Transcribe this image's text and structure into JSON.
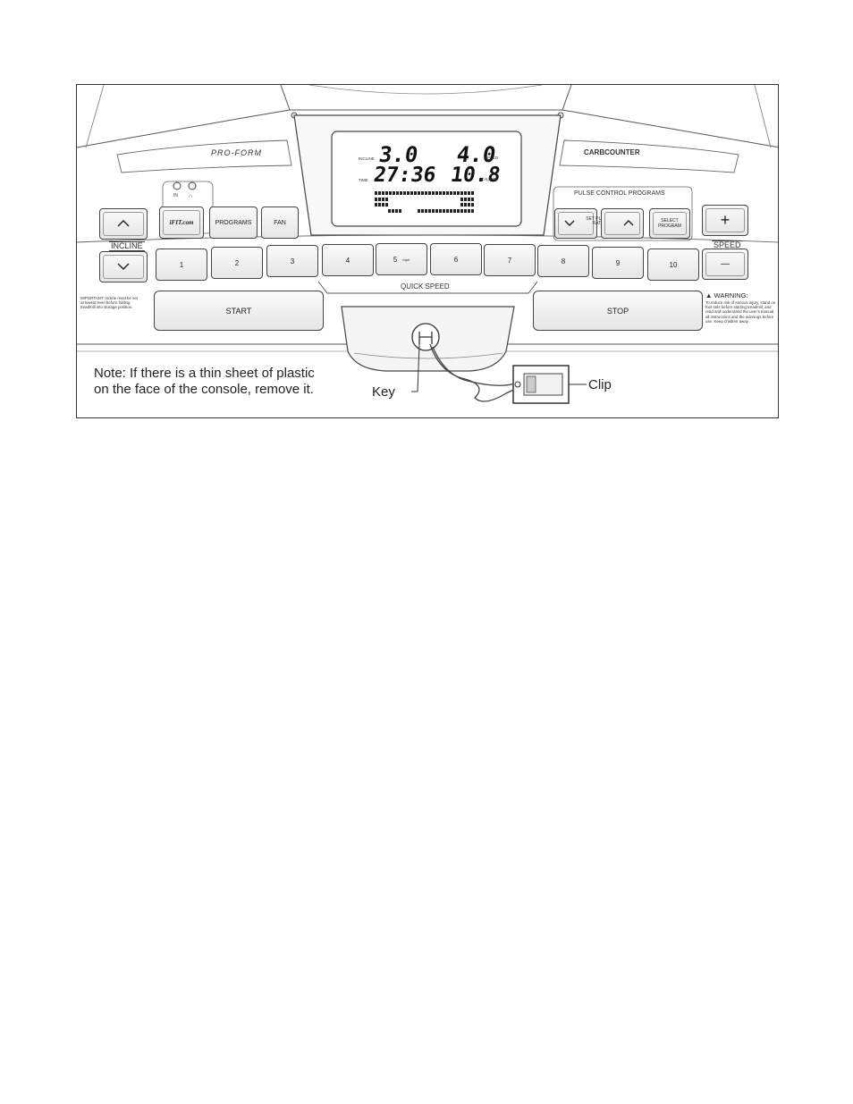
{
  "console": {
    "brand": "PRO-FORM",
    "carb_counter": "CARBCOUNTER",
    "ifit": "iFIT.com",
    "jack_labels": {
      "left": "IN",
      "right": "∩"
    }
  },
  "display": {
    "incline_label": "INCLINE",
    "incline_value": "3.0",
    "speed_label": "SPEED",
    "speed_value": "4.0",
    "time_label": "TIME",
    "time_value": "27:36",
    "calories_label": "CAL/MIN",
    "calories_value": "10.8"
  },
  "buttons": {
    "incline_up_icon": "chevron-up",
    "incline_down_icon": "chevron-down",
    "incline_label": "INCLINE",
    "programs": "PROGRAMS",
    "fan": "FAN",
    "pulse_control_programs": "PULSE CONTROL PROGRAMS",
    "set_pulse_rate": "SET PULSE RATE",
    "select_program": "SELECT PROGRAM",
    "speed_plus": "+",
    "speed_minus": "—",
    "speed_label": "SPEED",
    "quick_speed_label": "QUICK SPEED",
    "start": "START",
    "stop": "STOP",
    "mph": "mph"
  },
  "quick_speed": [
    "1",
    "2",
    "3",
    "4",
    "5",
    "6",
    "7",
    "8",
    "9",
    "10"
  ],
  "important_text": "IMPORTANT: Incline must be set at lowest level before folding treadmill into storage position.",
  "warning": {
    "title": "WARNING:",
    "text": "To reduce risk of serious injury, stand on foot rails before starting treadmill, and read and understand the user's manual, all instructions and the warnings before use. Keep children away."
  },
  "note": {
    "line1": "Note: If there is a thin sheet of plastic",
    "line2": "on the face of the console, remove it."
  },
  "callouts": {
    "key": "Key",
    "clip": "Clip"
  }
}
